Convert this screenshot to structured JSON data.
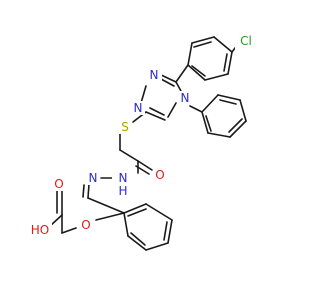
{
  "molecule": {
    "atom_labels": {
      "chlorine": "Cl",
      "triazole_n1": "N",
      "triazole_n2": "N",
      "triazole_n4": "N",
      "thioether_s": "S",
      "amide_o": "O",
      "hydrazide_nh": "H",
      "hydrazide_n1": "N",
      "hydrazone_n": "N",
      "ether_o": "O",
      "acid_carbonyl_o": "O",
      "acid_hydroxyl": "HO"
    },
    "colors": {
      "bond": "#1a1a1a",
      "chlorine": "#1fa01f",
      "nitrogen": "#2b2bd9",
      "oxygen": "#e01b1b",
      "sulfur": "#b3a100"
    }
  }
}
